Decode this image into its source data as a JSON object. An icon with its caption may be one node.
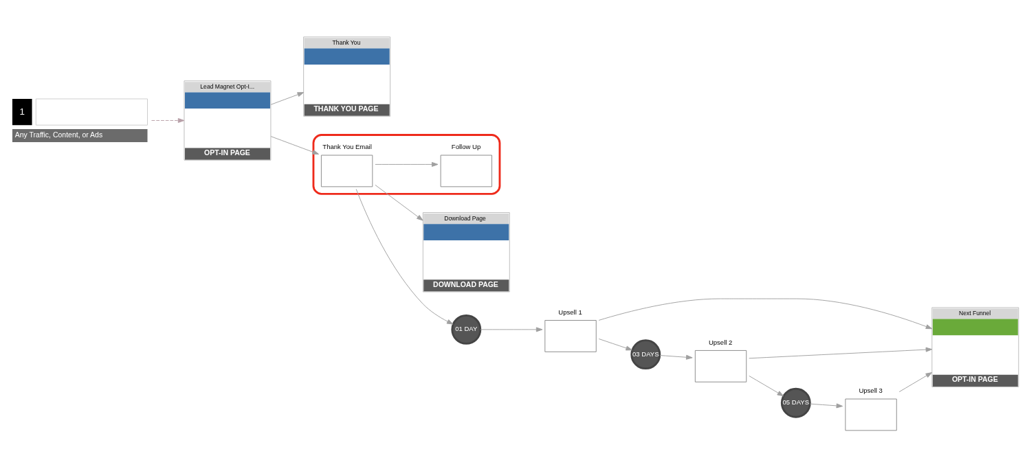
{
  "diagram": {
    "nodes": [
      {
        "text": [
          "1"
        ],
        "beside": [
          "Any Traffic, Content, or Ads"
        ]
      },
      {
        "text": [
          "Lead Magnet Opt-I...",
          "OPT-IN PAGE"
        ]
      },
      {
        "text": [
          "Thank You",
          "THANK YOU PAGE"
        ]
      },
      {
        "text": [
          "Download Page",
          "DOWNLOAD PAGE"
        ]
      },
      {
        "text": [
          "Next Funnel",
          "OPT-IN PAGE"
        ]
      },
      {
        "text": [],
        "shape": "box"
      },
      {
        "text": [
          "Thank You Email"
        ],
        "in": 5
      },
      {
        "text": [
          "Follow Up"
        ],
        "in": 5
      },
      {
        "text": [
          "01 DAY"
        ]
      },
      {
        "text": [
          "Upsell 1"
        ]
      },
      {
        "text": [
          "03 DAYS"
        ]
      },
      {
        "text": [
          "Upsell 2"
        ]
      },
      {
        "text": [
          "05 DAYS"
        ]
      },
      {
        "text": [
          "Upsell 3"
        ]
      }
    ],
    "edges": [
      {
        "from": 0,
        "to": 1,
        "arrow": "to",
        "style": "dashed",
        "color": "#b8a0a8"
      },
      {
        "from": 1,
        "to": 2,
        "arrow": "to"
      },
      {
        "from": 1,
        "to": 6,
        "arrow": "to"
      },
      {
        "from": 6,
        "to": 3,
        "arrow": "to"
      },
      {
        "from": 6,
        "to": 7,
        "arrow": "to"
      },
      {
        "from": 6,
        "to": 8,
        "arrow": "to"
      },
      {
        "from": 8,
        "to": 9,
        "arrow": "to"
      },
      {
        "from": 9,
        "to": 4,
        "arrow": "to"
      },
      {
        "from": 9,
        "to": 10,
        "arrow": "to"
      },
      {
        "from": 10,
        "to": 11,
        "arrow": "to"
      },
      {
        "from": 11,
        "to": 4,
        "arrow": "to"
      },
      {
        "from": 11,
        "to": 12,
        "arrow": "to"
      },
      {
        "from": 12,
        "to": 13,
        "arrow": "to"
      },
      {
        "from": 13,
        "to": 4,
        "arrow": "to"
      }
    ]
  }
}
